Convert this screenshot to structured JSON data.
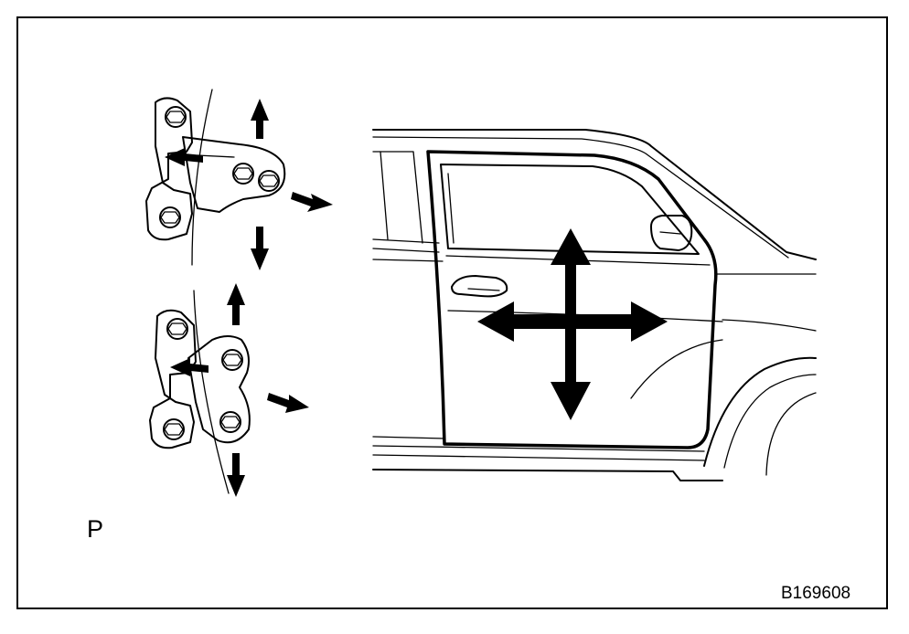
{
  "labels": {
    "view_label": "P",
    "figure_id": "B169608"
  },
  "colors": {
    "ink": "#000000",
    "background": "#ffffff"
  },
  "icons": [
    "upper-hinge",
    "lower-hinge",
    "door-adjustment-cross-arrow",
    "hinge-adjustment-arrows"
  ]
}
